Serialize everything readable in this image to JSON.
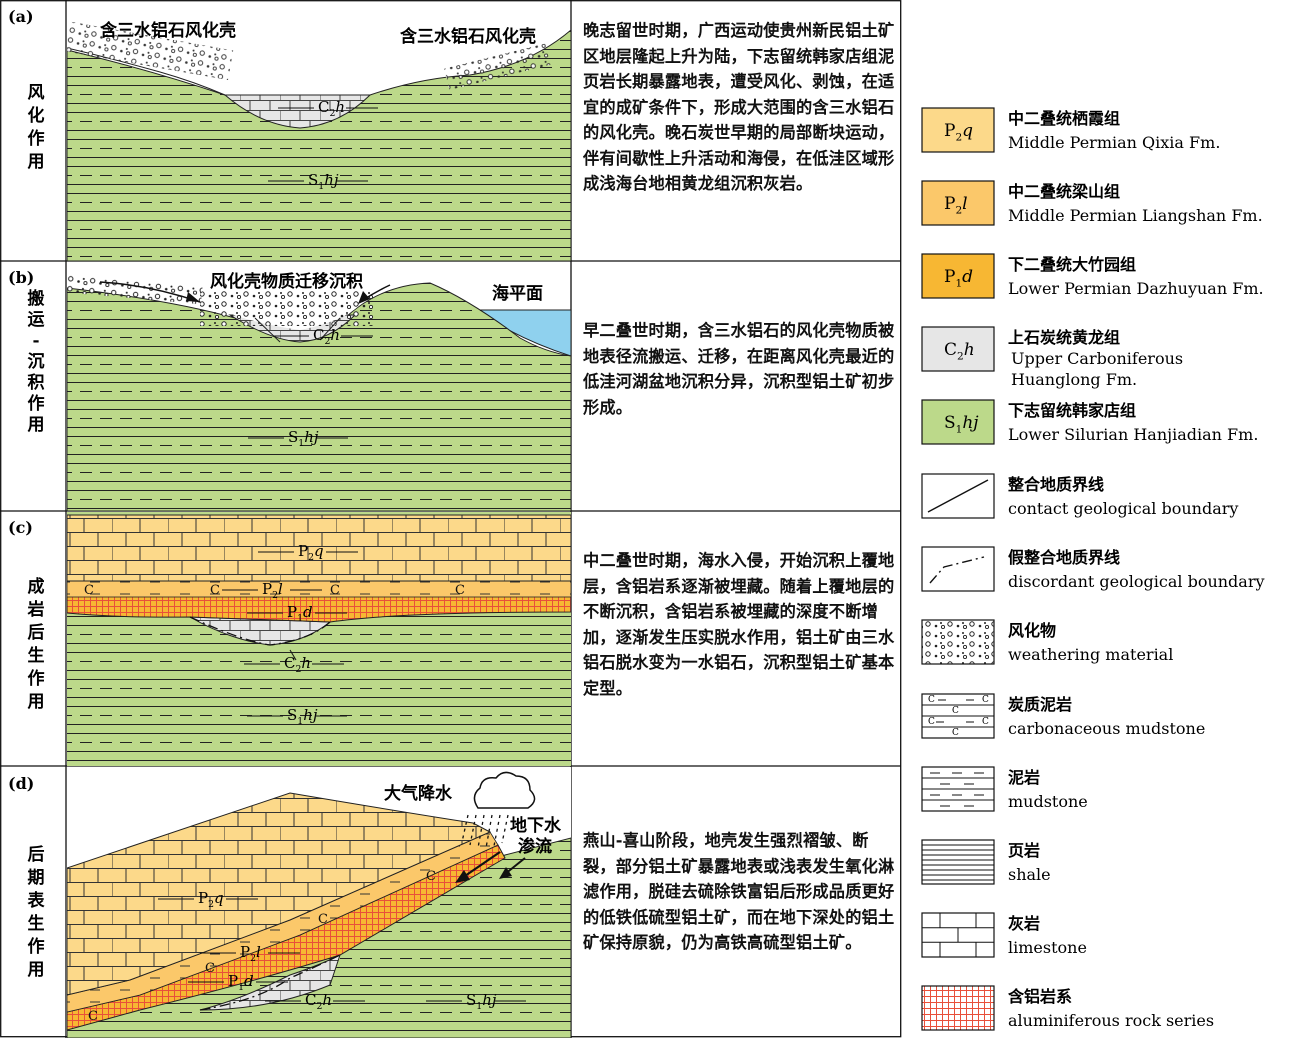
{
  "panels": [
    {
      "tag": "(a)",
      "side_label": [
        "风",
        "化",
        "作",
        "用"
      ],
      "description": "晚志留世时期，广西运动使贵州新民铝土矿区地层隆起上升为陆，下志留统韩家店组泥页岩长期暴露地表，遭受风化、剥蚀，在适宜的成矿条件下，形成大范围的含三水铝石的风化壳。晚石炭世早期的局部断块运动，伴有间歇性上升活动和海侵，在低洼区域形成浅海台地相黄龙组沉积灰岩。",
      "annotations": [
        "含三水铝石风化壳",
        "含三水铝石风化壳"
      ],
      "units": [
        {
          "main": "C",
          "sub": "2",
          "suf": "h"
        },
        {
          "main": "S",
          "sub": "1",
          "suf": "hj"
        }
      ]
    },
    {
      "tag": "(b)",
      "side_label": [
        "搬",
        "运",
        "-",
        "沉",
        "积",
        "作",
        "用"
      ],
      "description": "早二叠世时期，含三水铝石的风化壳物质被地表径流搬运、迁移，在距离风化壳最近的低洼河湖盆地沉积分异，沉积型铝土矿初步形成。",
      "annotations": [
        "风化壳物质迁移沉积",
        "海平面"
      ],
      "units": [
        {
          "main": "C",
          "sub": "2",
          "suf": "h"
        },
        {
          "main": "S",
          "sub": "1",
          "suf": "hj"
        }
      ]
    },
    {
      "tag": "(c)",
      "side_label": [
        "成",
        "岩",
        "后",
        "生",
        "作",
        "用"
      ],
      "description": "中二叠世时期，海水入侵，开始沉积上覆地层，含铝岩系逐渐被埋藏。随着上覆地层的不断沉积，含铝岩系被埋藏的深度不断增加，逐渐发生压实脱水作用，铝土矿由三水铝石脱水变为一水铝石，沉积型铝土矿基本定型。",
      "annotations": [],
      "units": [
        {
          "main": "P",
          "sub": "2",
          "suf": "q"
        },
        {
          "main": "P",
          "sub": "2",
          "suf": "l"
        },
        {
          "main": "P",
          "sub": "1",
          "suf": "d"
        },
        {
          "main": "C",
          "sub": "2",
          "suf": "h"
        },
        {
          "main": "S",
          "sub": "1",
          "suf": "hj"
        }
      ]
    },
    {
      "tag": "(d)",
      "side_label": [
        "后",
        "期",
        "表",
        "生",
        "作",
        "用"
      ],
      "description": "燕山-喜山阶段，地壳发生强烈褶皱、断裂，部分铝土矿暴露地表或浅表发生氧化淋滤作用，脱硅去硫除铁富铝后形成品质更好的低铁低硫型铝土矿，而在地下深处的铝土矿保持原貌，仍为高铁高硫型铝土矿。",
      "annotations": [
        "大气降水",
        "地下水",
        "渗流"
      ],
      "units": [
        {
          "main": "P",
          "sub": "2",
          "suf": "q"
        },
        {
          "main": "P",
          "sub": "2",
          "suf": "l"
        },
        {
          "main": "P",
          "sub": "1",
          "suf": "d"
        },
        {
          "main": "C",
          "sub": "2",
          "suf": "h"
        },
        {
          "main": "S",
          "sub": "1",
          "suf": "hj"
        }
      ]
    }
  ],
  "carbon_mark": "C",
  "legend": [
    {
      "symbol": {
        "main": "P",
        "sub": "2",
        "suf": "q"
      },
      "cn": "中二叠统栖霞组",
      "en": "Middle Permian Qixia Fm.",
      "color": "#fcd98a"
    },
    {
      "symbol": {
        "main": "P",
        "sub": "2",
        "suf": "l"
      },
      "cn": "中二叠统梁山组",
      "en": "Middle Permian Liangshan Fm.",
      "color": "#fbc86a"
    },
    {
      "symbol": {
        "main": "P",
        "sub": "1",
        "suf": "d"
      },
      "cn": "下二叠统大竹园组",
      "en": "Lower Permian Dazhuyuan Fm.",
      "color": "#f7b733"
    },
    {
      "symbol": {
        "main": "C",
        "sub": "2",
        "suf": "h"
      },
      "cn": "上石炭统黄龙组",
      "en": "Upper Carboniferous Huanglong Fm.",
      "en2": "Huanglong Fm.",
      "en1": "Upper Carboniferous",
      "color": "#e6e6e6"
    },
    {
      "symbol": {
        "main": "S",
        "sub": "1",
        "suf": "hj"
      },
      "cn": "下志留统韩家店组",
      "en": "Lower Silurian Hanjiadian Fm.",
      "color": "#bcd98a"
    },
    {
      "symbol": "contact-line",
      "cn": "整合地质界线",
      "en": "contact geological boundary"
    },
    {
      "symbol": "discordant-line",
      "cn": "假整合地质界线",
      "en": "discordant geological boundary"
    },
    {
      "symbol": "weathering",
      "cn": "风化物",
      "en": "weathering material"
    },
    {
      "symbol": "carbonaceous",
      "cn": "炭质泥岩",
      "en": "carbonaceous mudstone"
    },
    {
      "symbol": "mudstone",
      "cn": "泥岩",
      "en": "mudstone"
    },
    {
      "symbol": "shale",
      "cn": "页岩",
      "en": "shale"
    },
    {
      "symbol": "limestone",
      "cn": "灰岩",
      "en": "limestone"
    },
    {
      "symbol": "aluminiferous",
      "cn": "含铝岩系",
      "en": "aluminiferous rock series"
    }
  ],
  "colors": {
    "silurian": "#bcd98a",
    "qixia": "#fcd98a",
    "liangshan": "#fbc86a",
    "dazhuyuan": "#f7b733",
    "huanglong": "#e6e6e6",
    "sea": "#8fd1ee",
    "grid": "#e8503a"
  }
}
